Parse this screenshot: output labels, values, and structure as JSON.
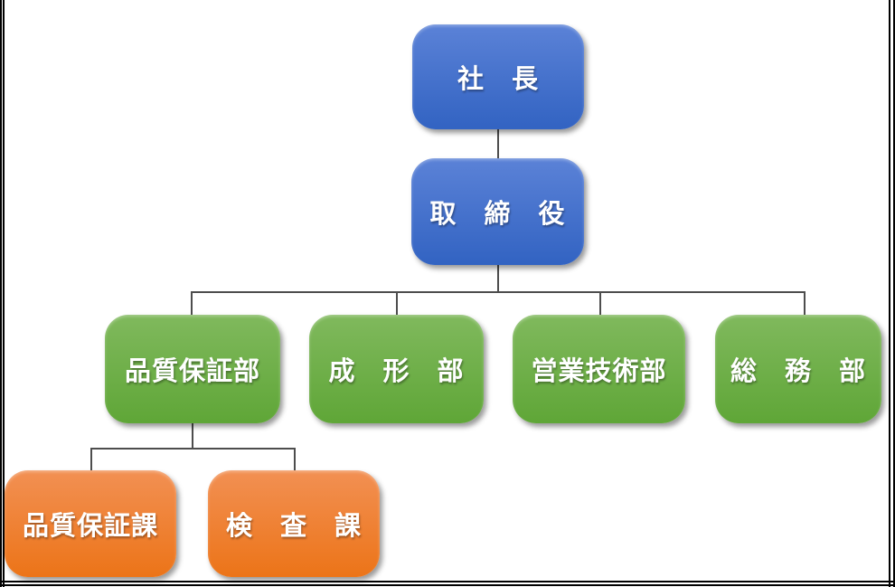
{
  "diagram": {
    "type": "org-chart",
    "nodes": {
      "president": {
        "label": "社　長",
        "level": 1,
        "color_group": "blue"
      },
      "board_of_directors": {
        "label": "取　締　役",
        "level": 2,
        "color_group": "blue"
      },
      "quality_assurance_dept": {
        "label": "品質保証部",
        "level": 3,
        "color_group": "green"
      },
      "molding_dept": {
        "label": "成　形　部",
        "level": 3,
        "color_group": "green"
      },
      "sales_engineering_dept": {
        "label": "営業技術部",
        "level": 3,
        "color_group": "green"
      },
      "general_affairs_dept": {
        "label": "総　務　部",
        "level": 3,
        "color_group": "green"
      },
      "quality_assurance_section": {
        "label": "品質保証課",
        "level": 4,
        "color_group": "orange"
      },
      "inspection_section": {
        "label": "検　査　課",
        "level": 4,
        "color_group": "orange"
      }
    },
    "edges": [
      [
        "president",
        "board_of_directors"
      ],
      [
        "board_of_directors",
        "quality_assurance_dept"
      ],
      [
        "board_of_directors",
        "molding_dept"
      ],
      [
        "board_of_directors",
        "sales_engineering_dept"
      ],
      [
        "board_of_directors",
        "general_affairs_dept"
      ],
      [
        "quality_assurance_dept",
        "quality_assurance_section"
      ],
      [
        "quality_assurance_dept",
        "inspection_section"
      ]
    ]
  },
  "colors": {
    "blue_top": "#5b82d7",
    "blue_bottom": "#3263c2",
    "green_top": "#80b95d",
    "green_bottom": "#5fa637",
    "orange_top": "#f29053",
    "orange_bottom": "#ec7418",
    "connector": "#4d4d4d",
    "frame": "#000000",
    "node_text": "#ffffff"
  }
}
